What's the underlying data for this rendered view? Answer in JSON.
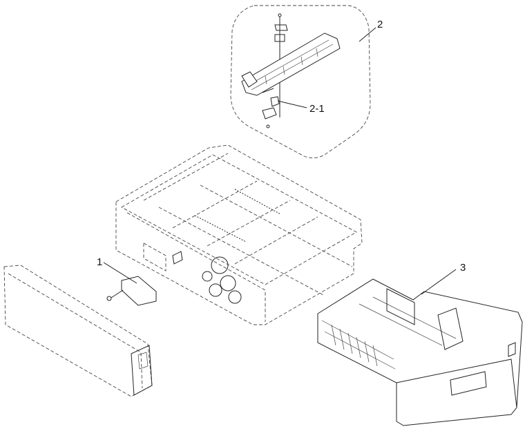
{
  "callouts": [
    {
      "id": "1",
      "text": "1"
    },
    {
      "id": "2",
      "text": "2"
    },
    {
      "id": "2-1",
      "text": "2-1"
    },
    {
      "id": "3",
      "text": "3"
    }
  ]
}
